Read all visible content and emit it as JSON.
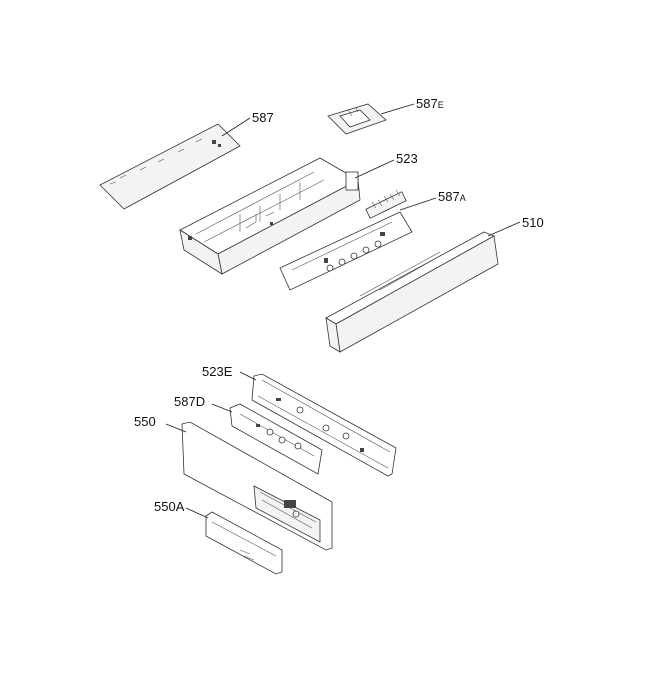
{
  "labels": {
    "p587": "587",
    "p587e": "587",
    "p587e_sub": "E",
    "p523": "523",
    "p587a": "587",
    "p587a_sub": "A",
    "p510": "510",
    "p523e": "523E",
    "p587d": "587D",
    "p550": "550",
    "p550a": "550A"
  }
}
